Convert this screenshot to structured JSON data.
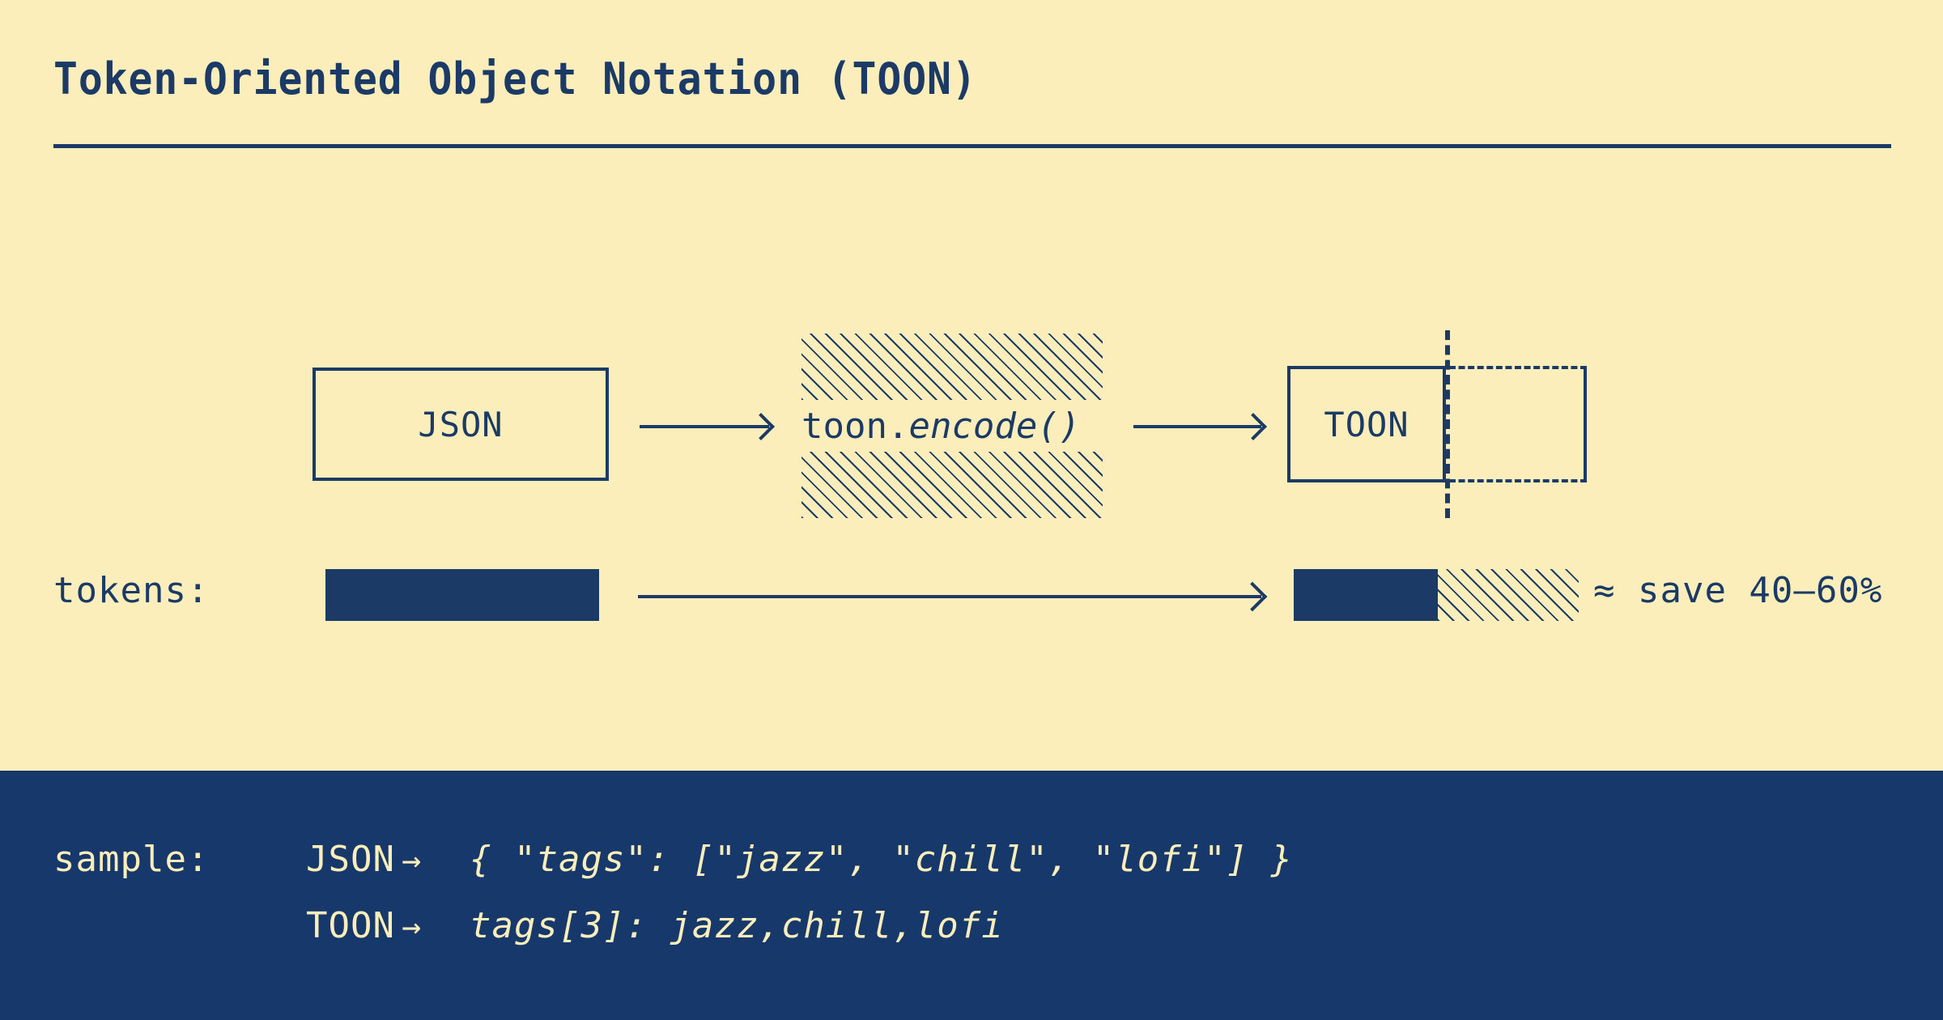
{
  "header": {
    "title": "Token-Oriented Object Notation (TOON)"
  },
  "colors": {
    "background": "#fbeeba",
    "ink": "#1b3a66",
    "panel": "#17386b",
    "panel_text": "#fbeeba"
  },
  "diagram": {
    "input_box_label": "JSON",
    "encode_label_prefix": "toon.",
    "encode_label_call": "encode()",
    "output_box_label": "TOON",
    "arrow_glyph": "arrow-right"
  },
  "tokens": {
    "row_label": "tokens:",
    "json_bar_value": 100,
    "toon_bar_value": 50,
    "toon_saved_value": 50,
    "savings_note": "≈ save 40–60%"
  },
  "sample": {
    "label": "sample:",
    "rows": [
      {
        "kind": "JSON",
        "arrow": "→",
        "code": "{ \"tags\": [\"jazz\", \"chill\", \"lofi\"] }"
      },
      {
        "kind": "TOON",
        "arrow": "→",
        "code": "tags[3]: jazz,chill,lofi"
      }
    ]
  }
}
